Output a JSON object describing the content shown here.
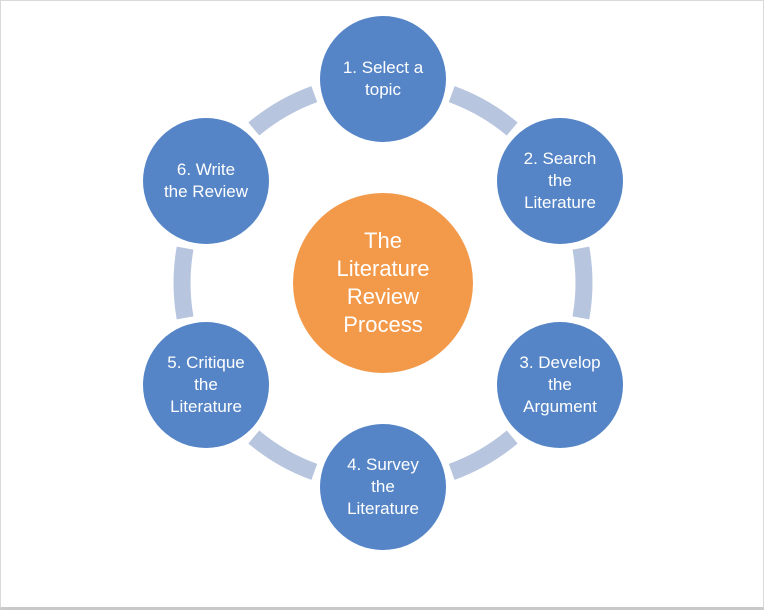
{
  "diagram": {
    "title": "The Literature Review Process",
    "center_label": "The\nLiterature\nReview\nProcess",
    "steps": [
      {
        "label": "1. Select a\ntopic"
      },
      {
        "label": "2. Search\nthe\nLiterature"
      },
      {
        "label": "3. Develop\nthe\nArgument"
      },
      {
        "label": "4. Survey\nthe\nLiterature"
      },
      {
        "label": "5. Critique\nthe\nLiterature"
      },
      {
        "label": "6. Write\nthe Review"
      }
    ],
    "colors": {
      "step_fill": "#5585C7",
      "center_fill": "#F3994A",
      "ring": "#B7C5DF",
      "text": "#FFFFFF",
      "background": "#FFFFFF",
      "frame_border": "#D9D9D9",
      "frame_bottom": "#C9C9C9"
    }
  }
}
